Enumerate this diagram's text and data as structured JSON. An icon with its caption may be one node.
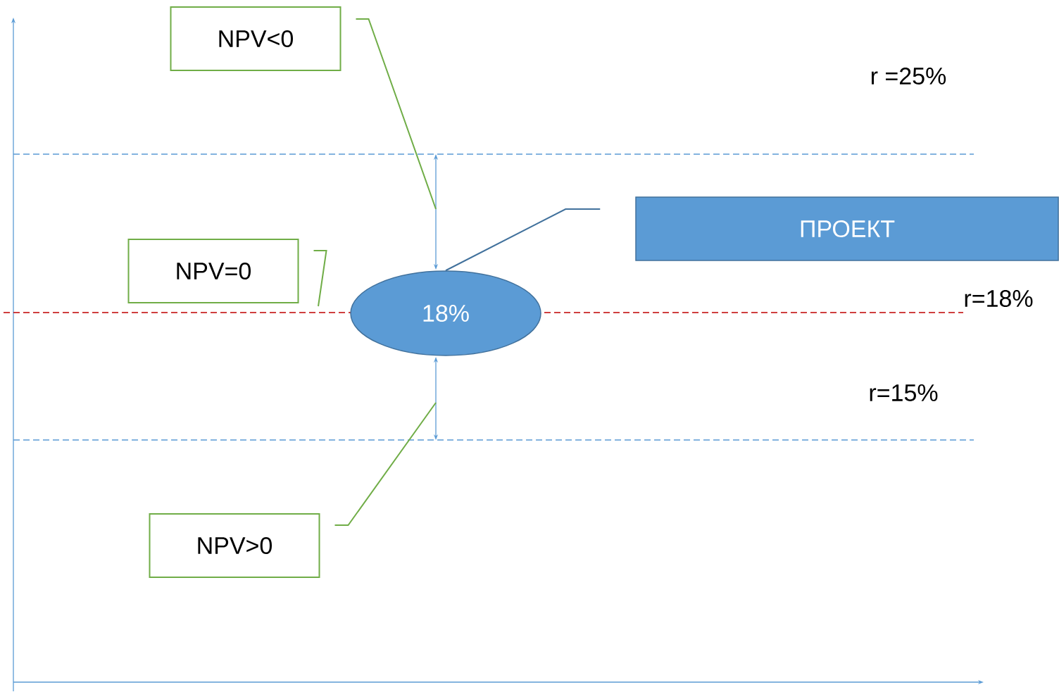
{
  "diagram": {
    "nodes": [
      {
        "text": [
          "NPV<0"
        ]
      },
      {
        "text": [
          "NPV=0"
        ]
      },
      {
        "text": [
          "18%"
        ]
      },
      {
        "text": [
          "ПРОЕКТ"
        ]
      },
      {
        "text": [
          "NPV>0"
        ]
      }
    ],
    "edges": [
      {
        "from": 0,
        "to": null,
        "arrow": "none"
      },
      {
        "from": 1,
        "to": null,
        "arrow": "none"
      },
      {
        "from": 3,
        "to": 2,
        "arrow": "none",
        "color": "#41719c"
      },
      {
        "from": 4,
        "to": null,
        "arrow": "none"
      }
    ],
    "labels": [
      "r =25%",
      "r=18%",
      "r=15%"
    ]
  }
}
